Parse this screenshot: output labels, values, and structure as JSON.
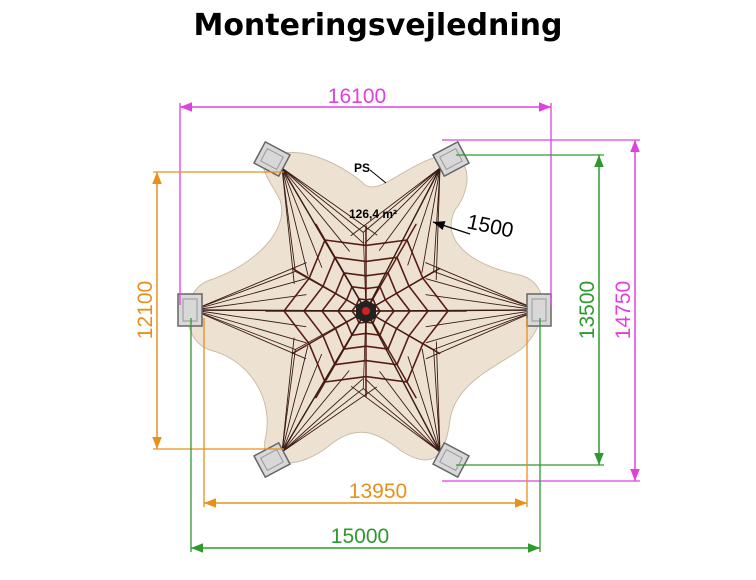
{
  "title": "Monteringsvejledning",
  "labels": {
    "ps": "PS",
    "area": "126,4 m²",
    "safety_zone": "1500"
  },
  "dimensions": {
    "top_width": "16100",
    "left_height": "12100",
    "right_inner_height": "13500",
    "right_outer_height": "14750",
    "bottom_inner_width": "13950",
    "bottom_outer_width": "15000"
  },
  "colors": {
    "magenta": "#e040e0",
    "orange": "#e8901c",
    "green": "#2e9a2e",
    "surface": "#ede2d2",
    "rope": "#5a1c12",
    "post": "#888888"
  }
}
